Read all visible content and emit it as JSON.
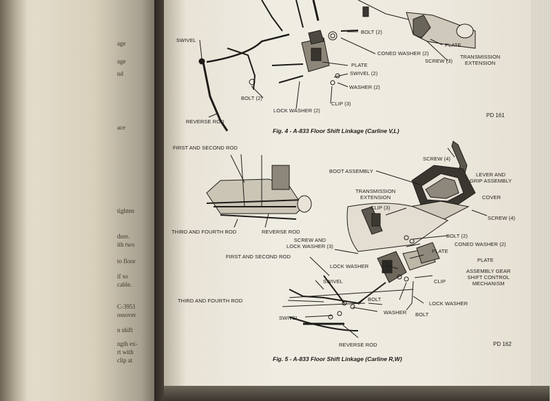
{
  "left_page": {
    "fragments": [
      "age",
      "age",
      "nd",
      "ace",
      "tighten",
      "dure.",
      "ith two",
      "to floor",
      "if so",
      "cable.",
      "C-3951",
      "ossover",
      "n shift",
      "ngth ex-",
      "rt with",
      "clip at"
    ]
  },
  "figure4": {
    "labels": {
      "swivel": "SWIVEL",
      "bolt_top": "BOLT (2)",
      "coned_washer": "CONED WASHER (2)",
      "plate_right": "PLATE",
      "plate_mid": "PLATE",
      "screw3": "SCREW (3)",
      "transmission_extension": "TRANSMISSION\nEXTENSION",
      "swivel2": "SWIVEL (2)",
      "washer2": "WASHER (2)",
      "bolt_left": "BOLT (2)",
      "lock_washer": "LOCK WASHER (2)",
      "clip3": "CLIP (3)",
      "reverse_rod": "REVERSE ROD"
    },
    "pd": "PD 161",
    "caption": "Fig. 4 - A-833 Floor Shift Linkage (Carline V,L)"
  },
  "figure5": {
    "labels": {
      "first_second_top": "FIRST AND SECOND ROD",
      "screw4_top": "SCREW (4)",
      "boot_assembly": "BOOT ASSEMBLY",
      "lever_grip": "LEVER AND\nGRIP ASSEMBLY",
      "transmission_extension": "TRANSMISSION\nEXTENSION",
      "cover": "COVER",
      "clip3": "CLIP (3)",
      "screw4_right": "SCREW (4)",
      "third_fourth_top": "THIRD AND FOURTH ROD",
      "reverse_rod_top": "REVERSE ROD",
      "bolt2": "BOLT (2)",
      "screw_lock_washer": "SCREW AND\nLOCK WASHER (3)",
      "coned_washer2": "CONED WASHER (2)",
      "plate1": "PLATE",
      "first_second_mid": "FIRST AND SECOND ROD",
      "plate2": "PLATE",
      "lock_washer_mid": "LOCK WASHER",
      "assembly_gear": "ASSEMBLY GEAR\nSHIFT CONTROL\nMECHANISM",
      "swivel_mid": "SWIVEL",
      "clip_right": "CLIP",
      "bolt_mid": "BOLT",
      "third_fourth_bottom": "THIRD AND FOURTH ROD",
      "lock_washer_bottom": "LOCK WASHER",
      "washer": "WASHER",
      "swivel_bottom": "SWIVEL",
      "bolt_bottom": "BOLT",
      "reverse_rod_bottom": "REVERSE ROD"
    },
    "pd": "PD 162",
    "caption": "Fig. 5 - A-833 Floor Shift Linkage (Carline R,W)"
  }
}
